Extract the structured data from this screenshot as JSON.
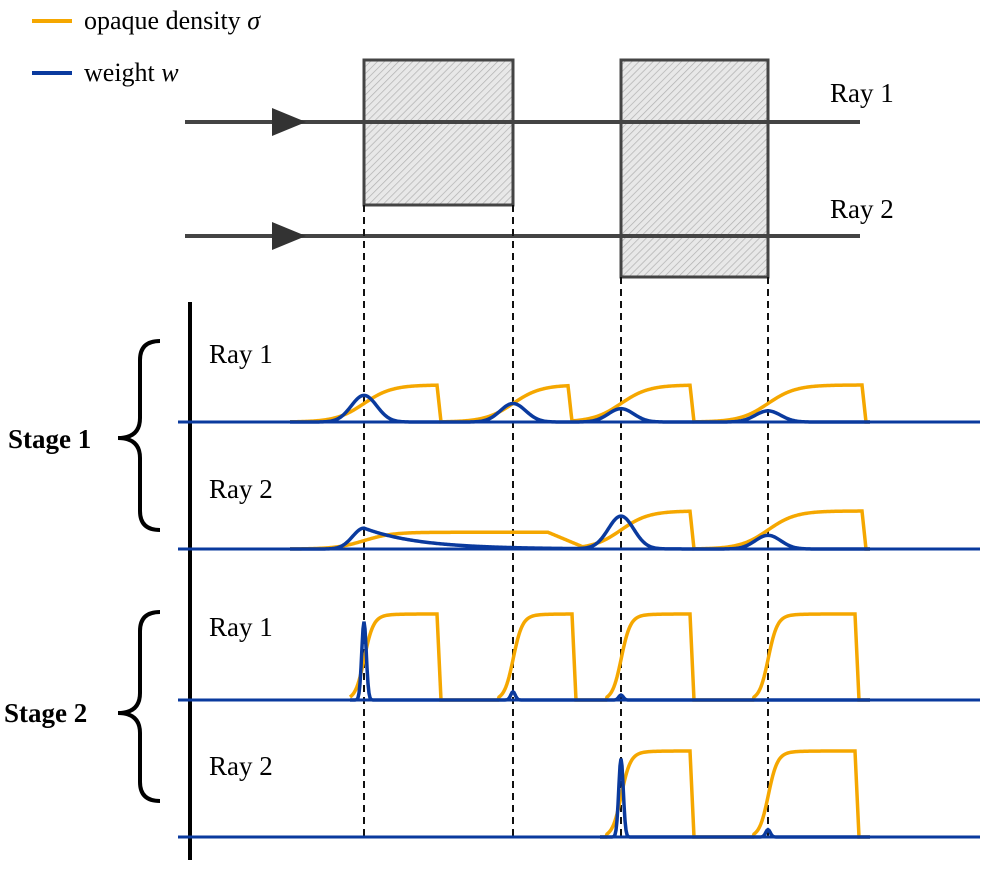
{
  "legend": {
    "items": [
      {
        "id": "density",
        "label_prefix": "opaque density ",
        "symbol": "σ",
        "color": "#f5a700"
      },
      {
        "id": "weight",
        "label_prefix": "weight ",
        "symbol": "w",
        "color": "#0a3a9e"
      }
    ]
  },
  "scene": {
    "rays": [
      {
        "label": "Ray 1",
        "arrow": true
      },
      {
        "label": "Ray 2",
        "arrow": true
      }
    ],
    "boxes": [
      {
        "id": "box-1"
      },
      {
        "id": "box-2"
      }
    ]
  },
  "stages": [
    {
      "label": "Stage 1",
      "panels": [
        {
          "ray_label": "Ray 1",
          "peaks": [
            {
              "kind": "soft",
              "density_level": 1.0,
              "weight_level": 0.72,
              "weight_width": 0.5
            },
            {
              "kind": "soft",
              "density_level": 1.0,
              "weight_level": 0.5,
              "weight_width": 0.5
            },
            {
              "kind": "soft",
              "density_level": 1.0,
              "weight_level": 0.36,
              "weight_width": 0.5
            },
            {
              "kind": "soft",
              "density_level": 1.0,
              "weight_level": 0.3,
              "weight_width": 0.5
            }
          ]
        },
        {
          "ray_label": "Ray 2",
          "peaks": [
            {
              "kind": "flat",
              "density_level": 0.44,
              "weight_level": 0.55
            },
            {
              "kind": "soft",
              "density_level": 1.0,
              "weight_level": 0.86,
              "weight_width": 0.5
            },
            {
              "kind": "soft",
              "density_level": 1.0,
              "weight_level": 0.36,
              "weight_width": 0.5
            }
          ]
        }
      ]
    },
    {
      "label": "Stage 2",
      "panels": [
        {
          "ray_label": "Ray 1",
          "peaks": [
            {
              "kind": "sharp",
              "density_level": 1.0,
              "weight_level": 0.96
            },
            {
              "kind": "sharp",
              "density_level": 1.0,
              "weight_level": 0.1
            },
            {
              "kind": "sharp",
              "density_level": 1.0,
              "weight_level": 0.06
            },
            {
              "kind": "sharp",
              "density_level": 1.0,
              "weight_level": 0.0
            }
          ]
        },
        {
          "ray_label": "Ray 2",
          "peaks": [
            {
              "kind": "sharp",
              "density_level": 1.0,
              "weight_level": 0.96
            },
            {
              "kind": "sharp",
              "density_level": 1.0,
              "weight_level": 0.09
            }
          ]
        }
      ]
    }
  ]
}
